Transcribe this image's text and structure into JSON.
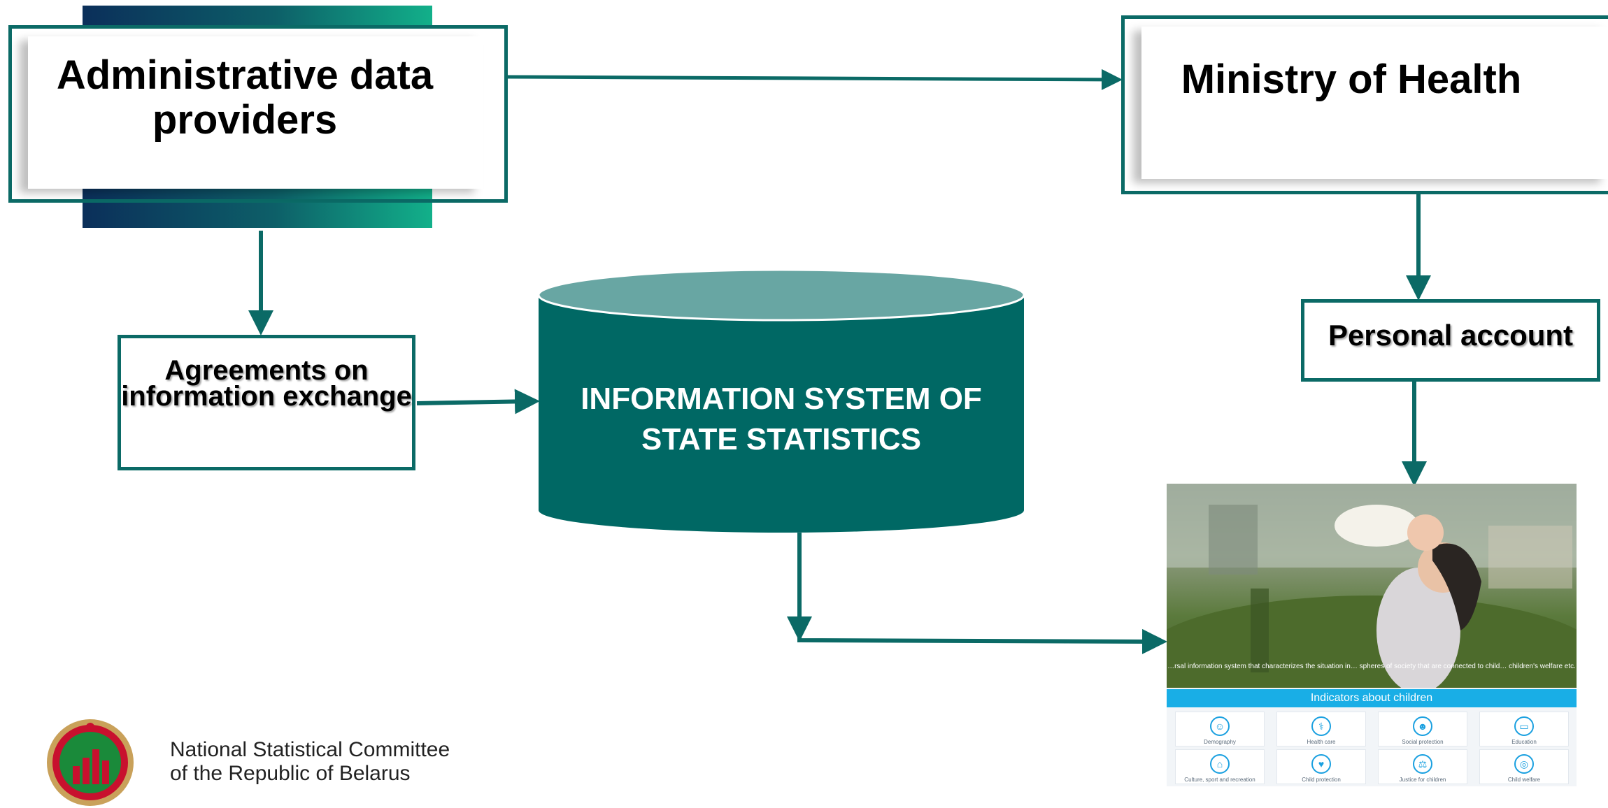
{
  "boxes": {
    "administrative": "Administrative data providers",
    "ministry": "Ministry of Health",
    "agreements": "Agreements on information exchange",
    "personal_account": "Personal account",
    "information_system_line1": "INFORMATION SYSTEM OF",
    "information_system_line2": "STATE STATISTICS"
  },
  "portal": {
    "caption": "…rsal information system that characterizes the situation in… spheres of society that are connected to child… children's welfare etc.",
    "band_title": "Indicators about children",
    "tiles": [
      {
        "label": "Demography",
        "icon": "people-icon",
        "glyph": "☺"
      },
      {
        "label": "Health care",
        "icon": "medical-icon",
        "glyph": "⚕"
      },
      {
        "label": "Social protection",
        "icon": "family-icon",
        "glyph": "☻"
      },
      {
        "label": "Education",
        "icon": "book-icon",
        "glyph": "▭"
      },
      {
        "label": "Culture, sport and recreation",
        "icon": "museum-icon",
        "glyph": "⌂"
      },
      {
        "label": "Child protection",
        "icon": "hands-heart-icon",
        "glyph": "♥"
      },
      {
        "label": "Justice for children",
        "icon": "justice-icon",
        "glyph": "⚖"
      },
      {
        "label": "Child welfare",
        "icon": "hand-coin-icon",
        "glyph": "◎"
      }
    ]
  },
  "organization": {
    "line1": "National Statistical Committee",
    "line2": "of the Republic of Belarus"
  },
  "colors": {
    "teal_dark": "#0b6a66",
    "teal_light": "#68a6a3",
    "portal_blue": "#19aee6"
  }
}
